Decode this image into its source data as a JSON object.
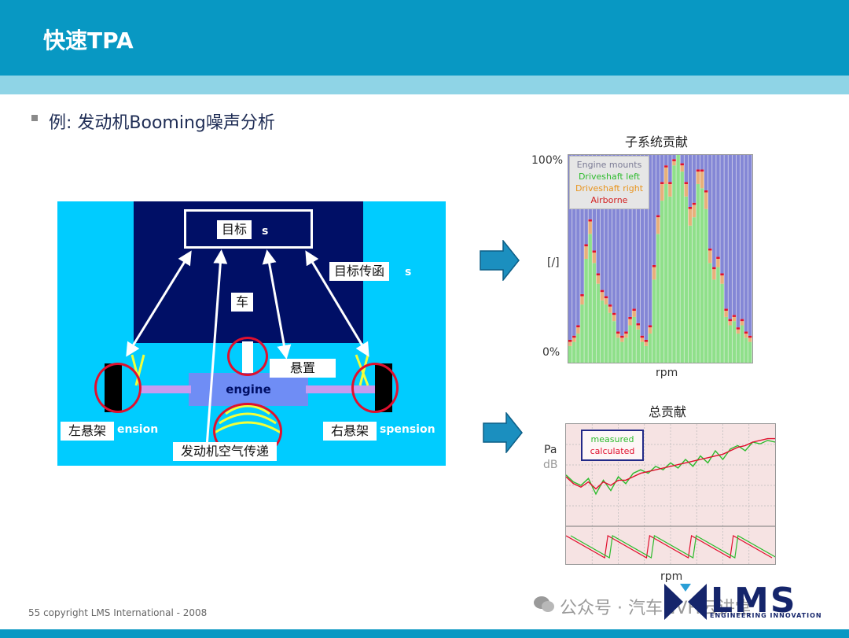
{
  "header": {
    "title": "快速TPA"
  },
  "bullet": {
    "text": "例: 发动机Booming噪声分析"
  },
  "diagram": {
    "target": "目标",
    "target_transfer": "目标传函",
    "vehicle": "车",
    "mount": "悬置",
    "left_suspension": "左悬架",
    "right_suspension": "右悬架",
    "engine_airborne": "发动机空气传递",
    "engine": "engine",
    "frag_s1": "s",
    "frag_s2": "s",
    "frag_left": "ension",
    "frag_right": "spension"
  },
  "chart1": {
    "title": "子系统贡献",
    "y_top": "100%",
    "y_mid": "[/]",
    "y_bottom": "0%",
    "xlabel": "rpm",
    "legend": [
      {
        "label": "Engine mounts",
        "color": "#7b7b95"
      },
      {
        "label": "Driveshaft left",
        "color": "#2dbb2d"
      },
      {
        "label": "Driveshaft right",
        "color": "#e8941e"
      },
      {
        "label": "Airborne",
        "color": "#d21e1e"
      }
    ]
  },
  "chart2": {
    "title": "总贡献",
    "y_unit1": "Pa",
    "y_unit2": "dB",
    "xlabel": "rpm",
    "legend": [
      {
        "label": "measured",
        "color": "#2dbb2d"
      },
      {
        "label": "calculated",
        "color": "#e0102e"
      }
    ]
  },
  "chart_data": [
    {
      "type": "bar",
      "title": "子系统贡献",
      "xlabel": "rpm",
      "ylabel": "[/]",
      "ylim": [
        0,
        100
      ],
      "stacked": true,
      "series": [
        {
          "name": "Driveshaft left",
          "values": [
            8,
            10,
            14,
            28,
            50,
            62,
            48,
            38,
            30,
            28,
            24,
            20,
            12,
            10,
            12,
            18,
            22,
            16,
            10,
            8,
            14,
            40,
            62,
            78,
            86,
            80,
            95,
            100,
            92,
            80,
            66,
            70,
            86,
            84,
            74,
            48,
            40,
            46,
            38,
            22,
            18,
            20,
            14,
            18,
            12,
            10
          ]
        },
        {
          "name": "Driveshaft right",
          "values": [
            2,
            2,
            3,
            4,
            6,
            6,
            5,
            4,
            4,
            3,
            3,
            3,
            2,
            2,
            2,
            3,
            3,
            2,
            2,
            2,
            3,
            6,
            8,
            8,
            8,
            6,
            2,
            0,
            3,
            6,
            8,
            6,
            6,
            8,
            8,
            6,
            5,
            4,
            4,
            3,
            2,
            2,
            2,
            2,
            2,
            2
          ]
        },
        {
          "name": "Airborne",
          "values": [
            1,
            1,
            1,
            1,
            1,
            1,
            1,
            1,
            1,
            1,
            1,
            1,
            1,
            1,
            1,
            1,
            1,
            1,
            1,
            1,
            1,
            1,
            1,
            1,
            1,
            1,
            1,
            0,
            1,
            1,
            1,
            1,
            1,
            1,
            1,
            1,
            1,
            1,
            1,
            1,
            1,
            1,
            1,
            1,
            1,
            1
          ]
        },
        {
          "name": "Engine mounts",
          "values": [
            89,
            87,
            82,
            67,
            43,
            31,
            46,
            57,
            65,
            68,
            72,
            76,
            85,
            87,
            85,
            78,
            74,
            81,
            87,
            89,
            82,
            53,
            29,
            13,
            5,
            13,
            2,
            0,
            4,
            13,
            25,
            23,
            7,
            7,
            17,
            45,
            54,
            49,
            57,
            74,
            79,
            77,
            83,
            79,
            85,
            87
          ]
        }
      ]
    },
    {
      "type": "line",
      "title": "总贡献",
      "xlabel": "rpm",
      "ylabel": "Pa",
      "series": [
        {
          "name": "measured",
          "values": [
            52,
            44,
            40,
            48,
            30,
            46,
            34,
            50,
            42,
            54,
            58,
            54,
            62,
            58,
            66,
            60,
            70,
            62,
            74,
            66,
            80,
            70,
            82,
            86,
            80,
            90,
            88,
            92,
            90
          ]
        },
        {
          "name": "calculated",
          "values": [
            50,
            42,
            38,
            44,
            36,
            44,
            40,
            46,
            46,
            50,
            54,
            56,
            58,
            60,
            62,
            64,
            66,
            68,
            70,
            72,
            74,
            76,
            80,
            84,
            86,
            90,
            92,
            94,
            94
          ]
        }
      ]
    }
  ],
  "footer": {
    "text": "55 copyright LMS International - 2008"
  },
  "watermark": {
    "text": "公众号 · 汽车NVH云讲堂"
  },
  "logo": {
    "name": "LMS",
    "tagline": "ENGINEERING INNOVATION"
  }
}
